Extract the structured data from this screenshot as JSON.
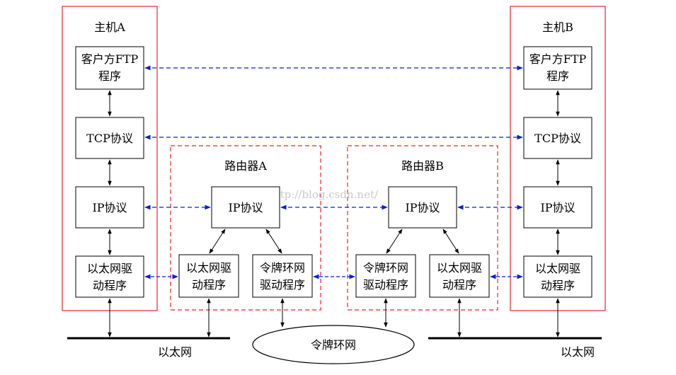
{
  "host_a": {
    "title": "主机A"
  },
  "host_b": {
    "title": "主机B"
  },
  "router_a": {
    "title": "路由器A"
  },
  "router_b": {
    "title": "路由器B"
  },
  "labels": {
    "client_ftp_line1": "客户方FTP",
    "client_ftp_line2": "程序",
    "tcp": "TCP协议",
    "ip": "IP协议",
    "eth_driver_line1": "以太网驱",
    "eth_driver_line2": "动程序",
    "token_driver_line1": "令牌环网",
    "token_driver_line2": "驱动程序"
  },
  "networks": {
    "ethernet_left": "以太网",
    "ethernet_right": "以太网",
    "token_ring": "令牌环网"
  },
  "watermark": "http://blog.csdn.net/",
  "colors": {
    "container_border": "#e8242a",
    "peer_link": "#0b1fd6",
    "box_border": "#000000"
  }
}
